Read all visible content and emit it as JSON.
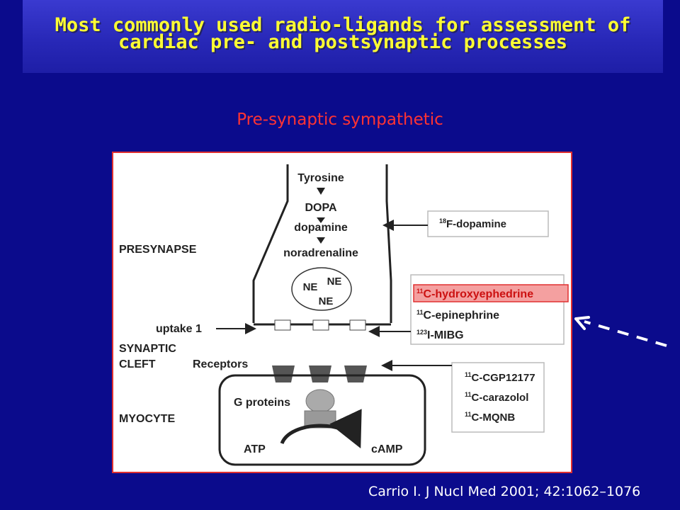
{
  "slide": {
    "title_line1": "Most commonly used radio-ligands for assessment of",
    "title_line2": "cardiac pre- and postsynaptic processes",
    "subtitle": "Pre-synaptic sympathetic",
    "citation": "Carrio I. J Nucl Med 2001; 42:1062–1076"
  },
  "diagram": {
    "pathway": [
      "Tyrosine",
      "DOPA",
      "dopamine",
      "noradrenaline"
    ],
    "vesicle": [
      "NE",
      "NE",
      "NE"
    ],
    "regions": {
      "presynapse": "PRESYNAPSE",
      "synaptic1": "SYNAPTIC",
      "synaptic2": "CLEFT",
      "myocyte": "MYOCYTE"
    },
    "labels": {
      "uptake": "uptake 1",
      "receptors": "Receptors",
      "gproteins": "G proteins",
      "atp": "ATP",
      "camp": "cAMP"
    },
    "tracer_dopamine": {
      "sup": "18",
      "name": "F-dopamine"
    },
    "tracers_presynaptic": [
      {
        "sup": "11",
        "name": "C-hydroxyephedrine",
        "highlight": true
      },
      {
        "sup": "11",
        "name": "C-epinephrine"
      },
      {
        "sup": "123",
        "name": "I-MIBG"
      }
    ],
    "tracers_receptor": [
      {
        "sup": "11",
        "name": "C-CGP12177"
      },
      {
        "sup": "11",
        "name": "C-carazolol"
      },
      {
        "sup": "11",
        "name": "C-MQNB"
      }
    ],
    "colors": {
      "background": "#0b0b8c",
      "title": "#ffff33",
      "subtitle": "#ff3333",
      "highlight_fill": "#f4a0a0",
      "highlight_border": "#e03030",
      "receptor": "#555555"
    }
  }
}
